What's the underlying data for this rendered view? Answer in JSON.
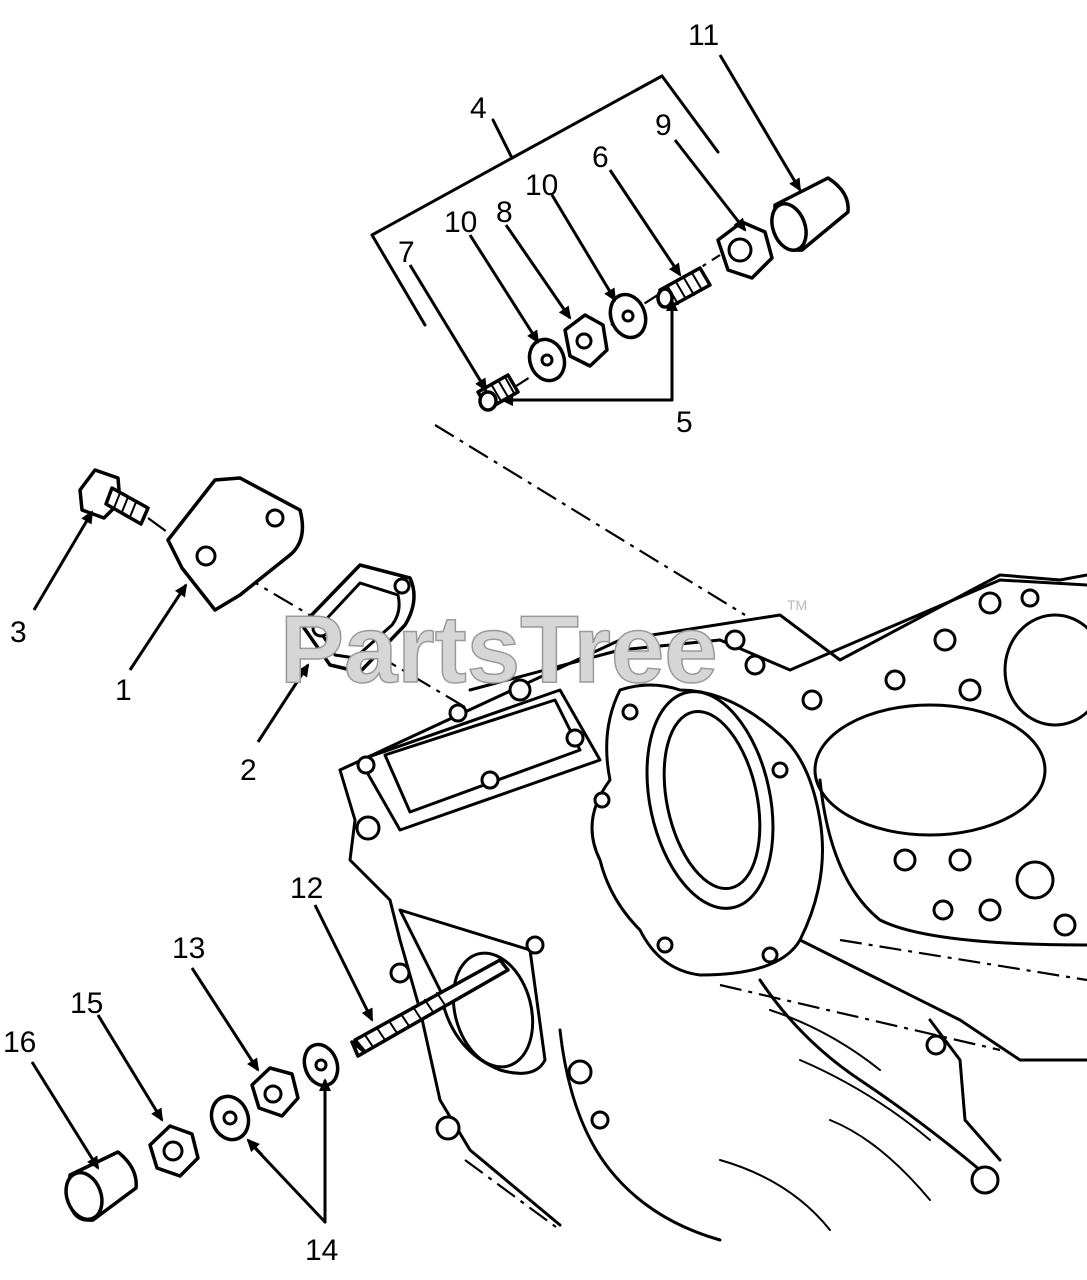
{
  "watermark": {
    "text": "PartsTree",
    "trademark": "TM"
  },
  "callouts": {
    "c1": "1",
    "c2": "2",
    "c3": "3",
    "c4": "4",
    "c5": "5",
    "c6": "6",
    "c7": "7",
    "c8": "8",
    "c9": "9",
    "c10a": "10",
    "c10b": "10",
    "c11": "11",
    "c12": "12",
    "c13": "13",
    "c14": "14",
    "c15": "15",
    "c16": "16"
  }
}
